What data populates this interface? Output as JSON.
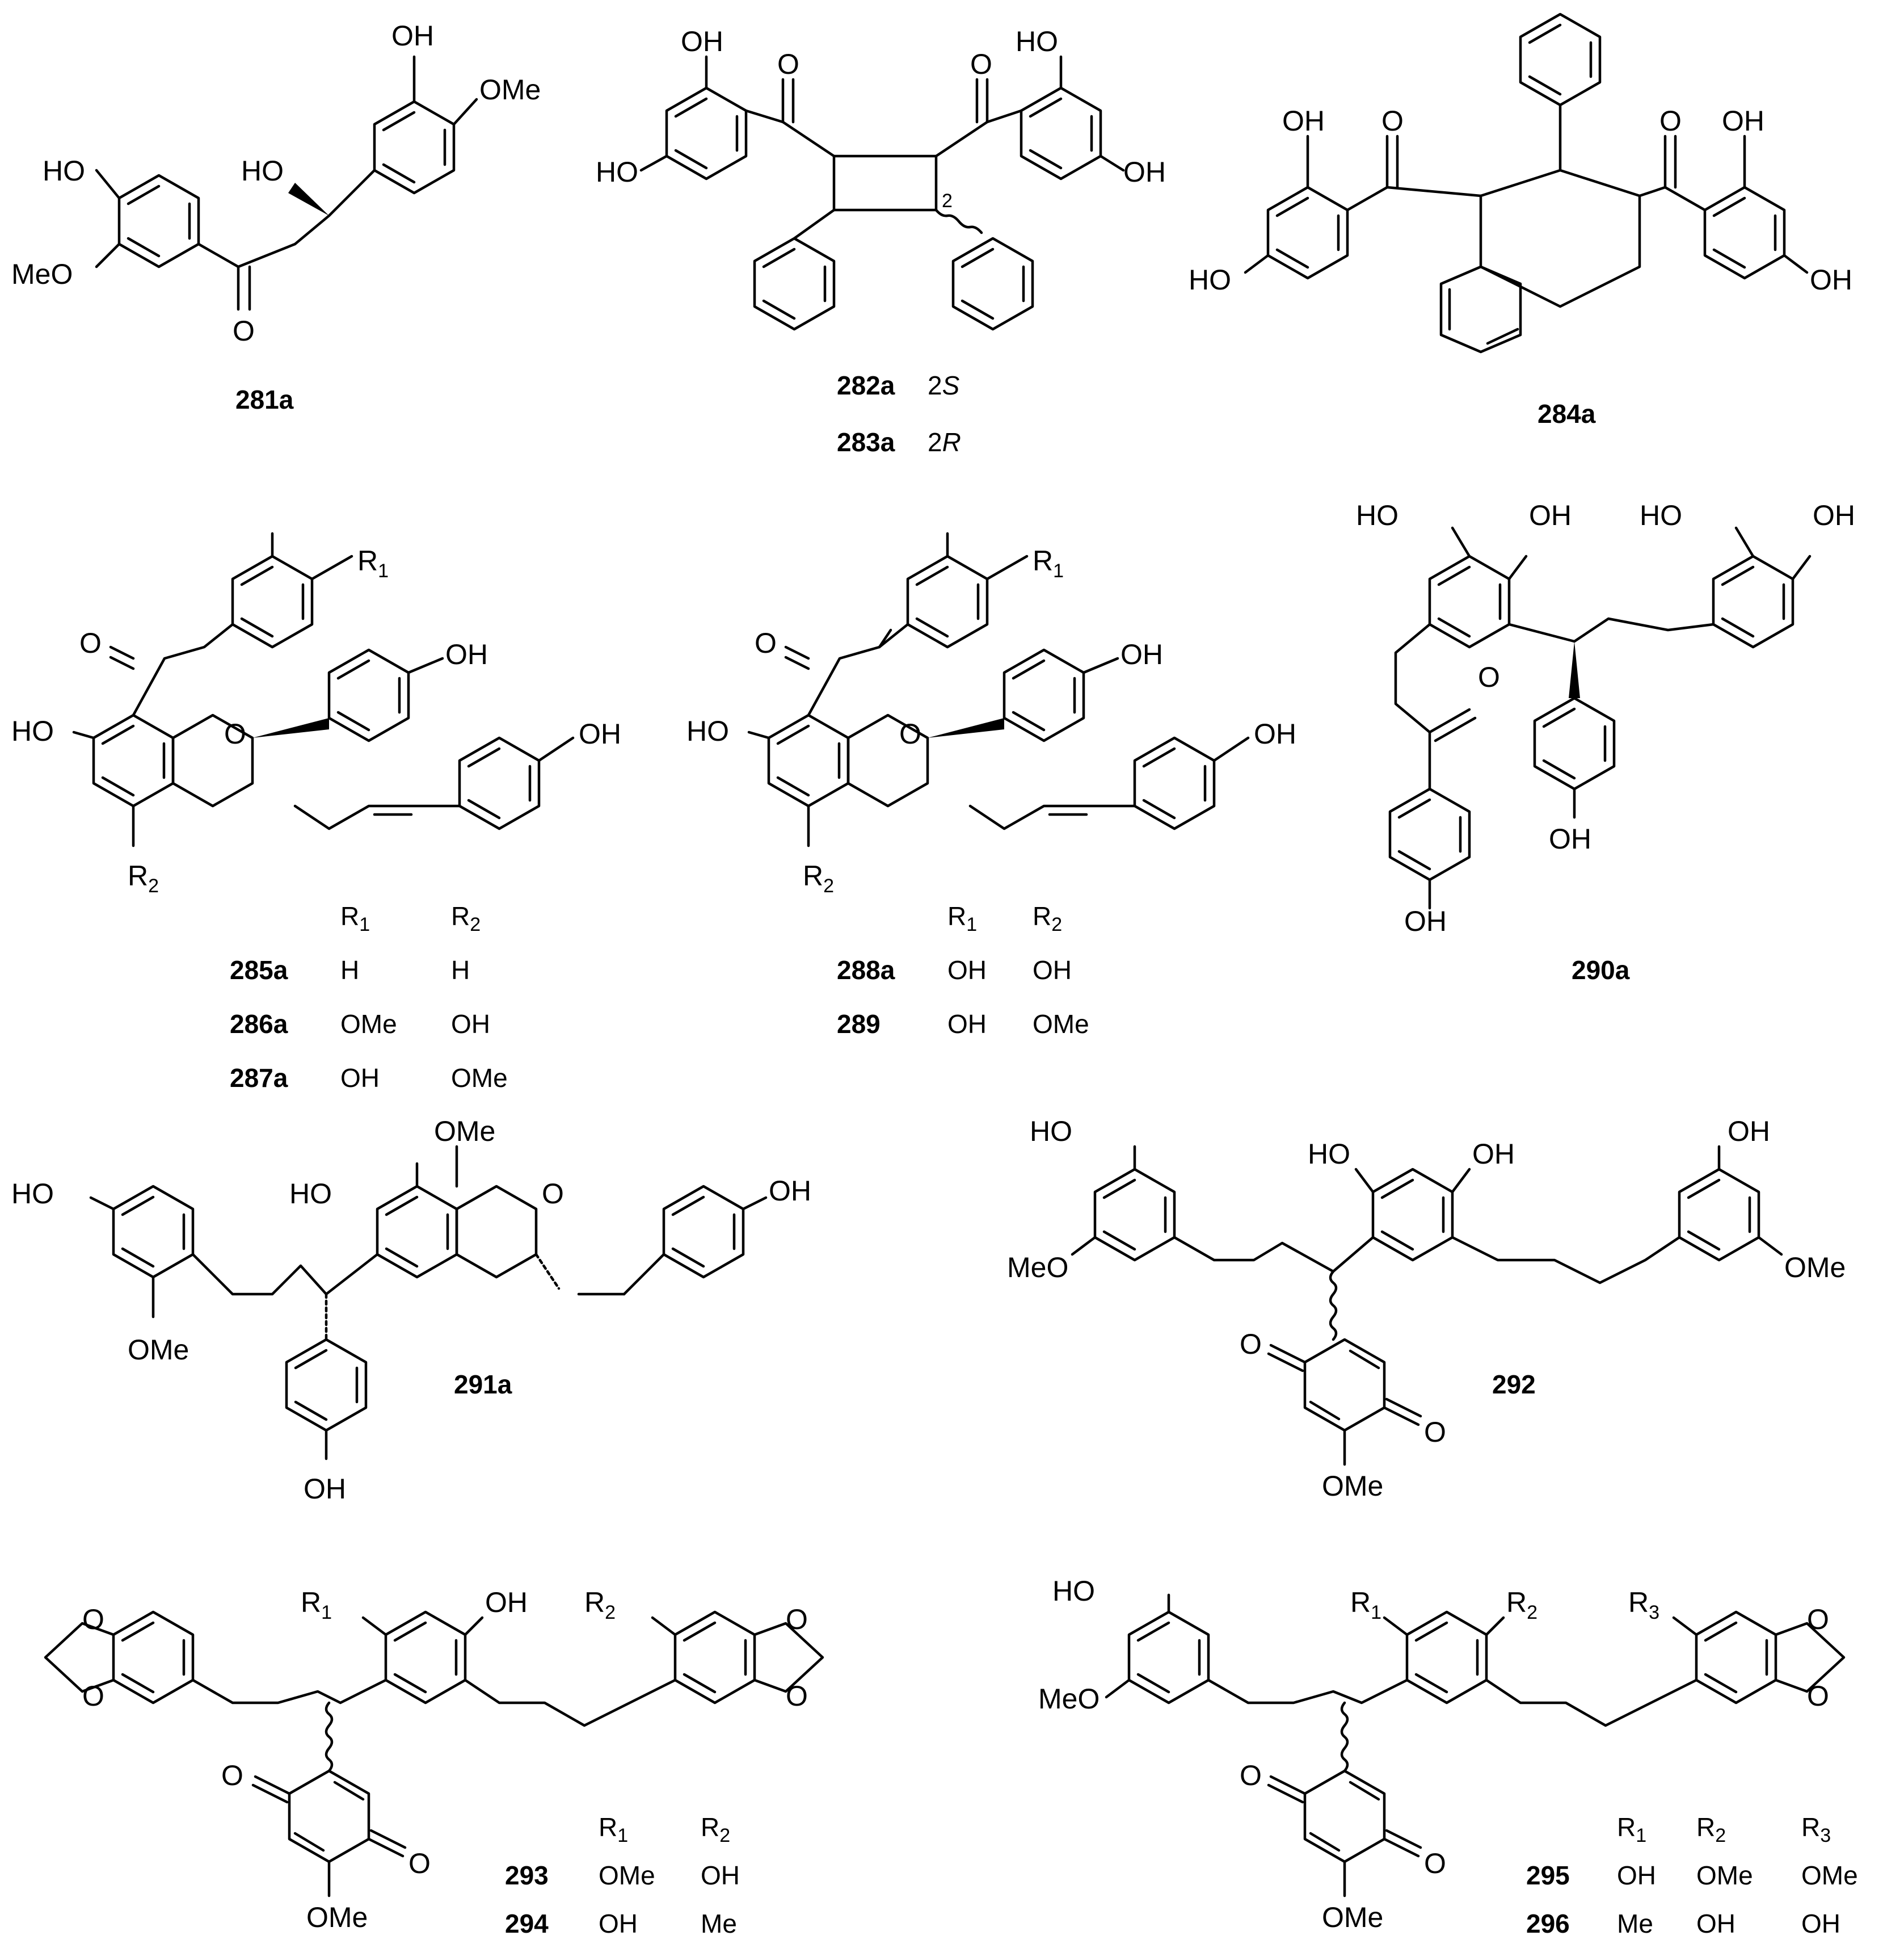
{
  "atoms": {
    "OH": "OH",
    "HO": "HO",
    "OMe": "OMe",
    "MeO": "MeO",
    "O": "O",
    "R": "R",
    "s1": "1",
    "s2": "2",
    "s3": "3",
    "two": "2"
  },
  "compounds": {
    "c281a": "281a",
    "c282a": "282a",
    "c283a": "283a",
    "c284a": "284a",
    "c285a": "285a",
    "c286a": "286a",
    "c287a": "287a",
    "c288a": "288a",
    "c289": "289",
    "c290a": "290a",
    "c291a": "291a",
    "c292": "292",
    "c293": "293",
    "c294": "294",
    "c295": "295",
    "c296": "296"
  },
  "stereo": {
    "s2S_num": "2",
    "s2S_letter": "S",
    "s2R_num": "2",
    "s2R_letter": "R"
  },
  "tables": {
    "t285": {
      "rows": [
        {
          "r1": "H",
          "r2": "H"
        },
        {
          "r1": "OMe",
          "r2": "OH"
        },
        {
          "r1": "OH",
          "r2": "OMe"
        }
      ]
    },
    "t288": {
      "rows": [
        {
          "r1": "OH",
          "r2": "OH"
        },
        {
          "r1": "OH",
          "r2": "OMe"
        }
      ]
    },
    "t293": {
      "rows": [
        {
          "r1": "OMe",
          "r2": "OH"
        },
        {
          "r1": "OH",
          "r2": "Me"
        }
      ]
    },
    "t295": {
      "rows": [
        {
          "r1": "OH",
          "r2": "OMe",
          "r3": "OMe"
        },
        {
          "r1": "Me",
          "r2": "OH",
          "r3": "OH"
        }
      ]
    }
  }
}
